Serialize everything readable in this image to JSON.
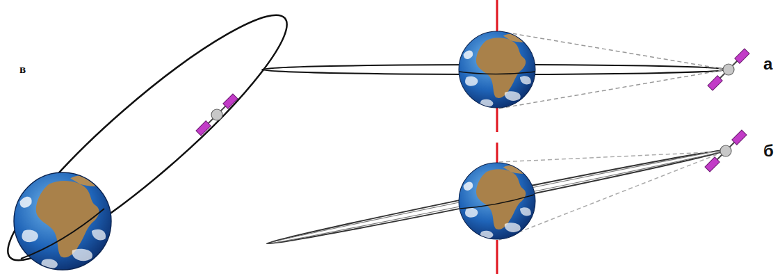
{
  "diagram": {
    "labels": [
      "в",
      "а",
      "б"
    ]
  }
}
